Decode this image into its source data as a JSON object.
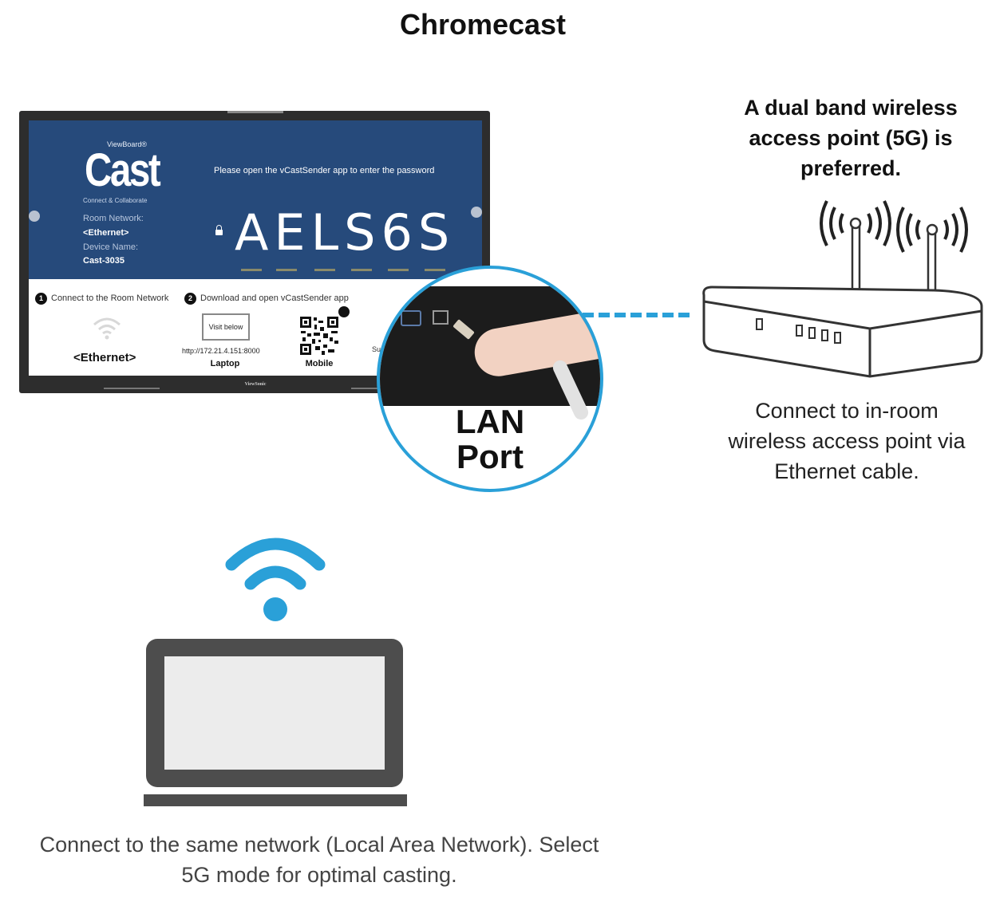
{
  "title": "Chromecast",
  "access_point_note": [
    "A dual band wireless",
    "access point (5G) is",
    "preferred."
  ],
  "router_caption": [
    "Connect to in-room",
    "wireless access point via",
    "Ethernet cable."
  ],
  "laptop_caption": [
    "Connect to the same network (Local Area Network). Select",
    "5G mode for optimal casting."
  ],
  "lan_label": [
    "LAN",
    "Port"
  ],
  "board": {
    "brand_small": "ViewBoard®",
    "brand_big": "Cast",
    "brand_tag": "Connect & Collaborate",
    "room_network_label": "Room Network:",
    "room_network_value": "<Ethernet>",
    "device_name_label": "Device Name:",
    "device_name_value": "Cast-3035",
    "password_prompt": "Please open the vCastSender app to enter the password",
    "password": "AELS6S",
    "step1_num": "1",
    "step1_text": "Connect to the Room Network",
    "step2_num": "2",
    "step2_text": "Download and open vCastSender app",
    "network_name": "<Ethernet>",
    "visit_label": "Visit below",
    "url": "http://172.21.4.151:8000",
    "laptop_label": "Laptop",
    "mobile_label": "Mobile",
    "partial_label": "Su",
    "bezel_brand": "ViewSonic"
  },
  "colors": {
    "accent_blue": "#2aa0d8",
    "board_blue": "#264a7b",
    "laptop_gray": "#4d4d4d"
  }
}
